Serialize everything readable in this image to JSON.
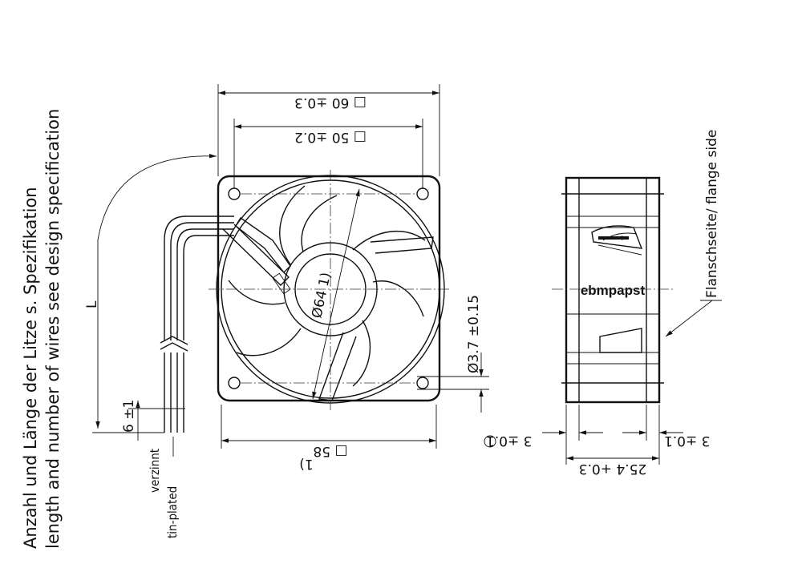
{
  "notes": {
    "wires_de": "Anzahl und Länge der Litze s. Spezifikation",
    "wires_en": "length and number of wires see design specification",
    "tin_de": "verzinnt",
    "tin_en": "tin-plated",
    "flange": "Flanschseite/ flange side",
    "footnote": "1)",
    "brand": "ebmpapst"
  },
  "dimensions": {
    "outer_square": "□ 60 ±0.3",
    "hole_square": "□ 50 ±0.2",
    "bottom_square": "□ 58",
    "diameter": "Ø64 1)",
    "hole_dia": "Ø3.7 ±0.15",
    "wire_len": "L",
    "strip": "6 ±1",
    "flange_thick_left": "3 ±0.1",
    "flange_thick_right": "3 ±0.1",
    "depth": "25.4 +0.3"
  }
}
